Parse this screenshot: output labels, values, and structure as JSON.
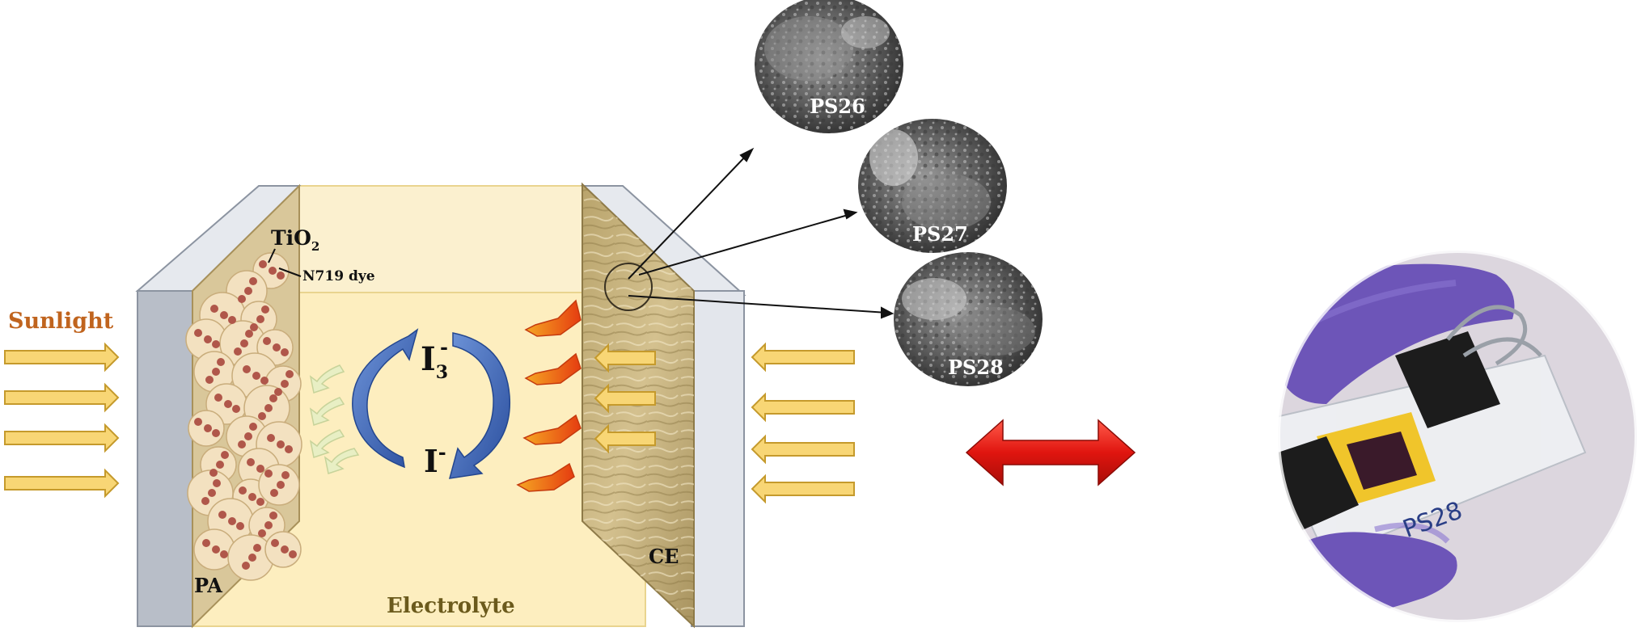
{
  "labels": {
    "sunlight": "Sunlight",
    "tio2_main": "TiO",
    "tio2_sub": "2",
    "dye": "N719 dye",
    "i3_main": "I",
    "i3_sub": "3",
    "i3_sup": "-",
    "iminus_main": "I",
    "iminus_sup": "-",
    "pa": "PA",
    "ce": "CE",
    "electrolyte": "Electrolyte"
  },
  "sem_images": [
    {
      "label": "PS26"
    },
    {
      "label": "PS27"
    },
    {
      "label": "PS28"
    }
  ],
  "photo": {
    "handwritten_label": "PS28"
  },
  "colors": {
    "electrolyte": "#fdeebf",
    "pa_panel": "#d9c79a",
    "ce_panel": "#c7b07a",
    "glass_side": "#b8bec8",
    "glass_face": "#e6e9ee",
    "sun_arrow": "#f8d675",
    "sun_arrow_stroke": "#c59a2c",
    "sunlight_text": "#c0641e",
    "redox_arrow": "#3a63b5",
    "electron_arrow": "#ec5a13",
    "double_arrow": "#e01b14",
    "tio2_particle": "#f3e1c0",
    "dye_dot": "#b0574a",
    "glove": "#6d55b8"
  }
}
